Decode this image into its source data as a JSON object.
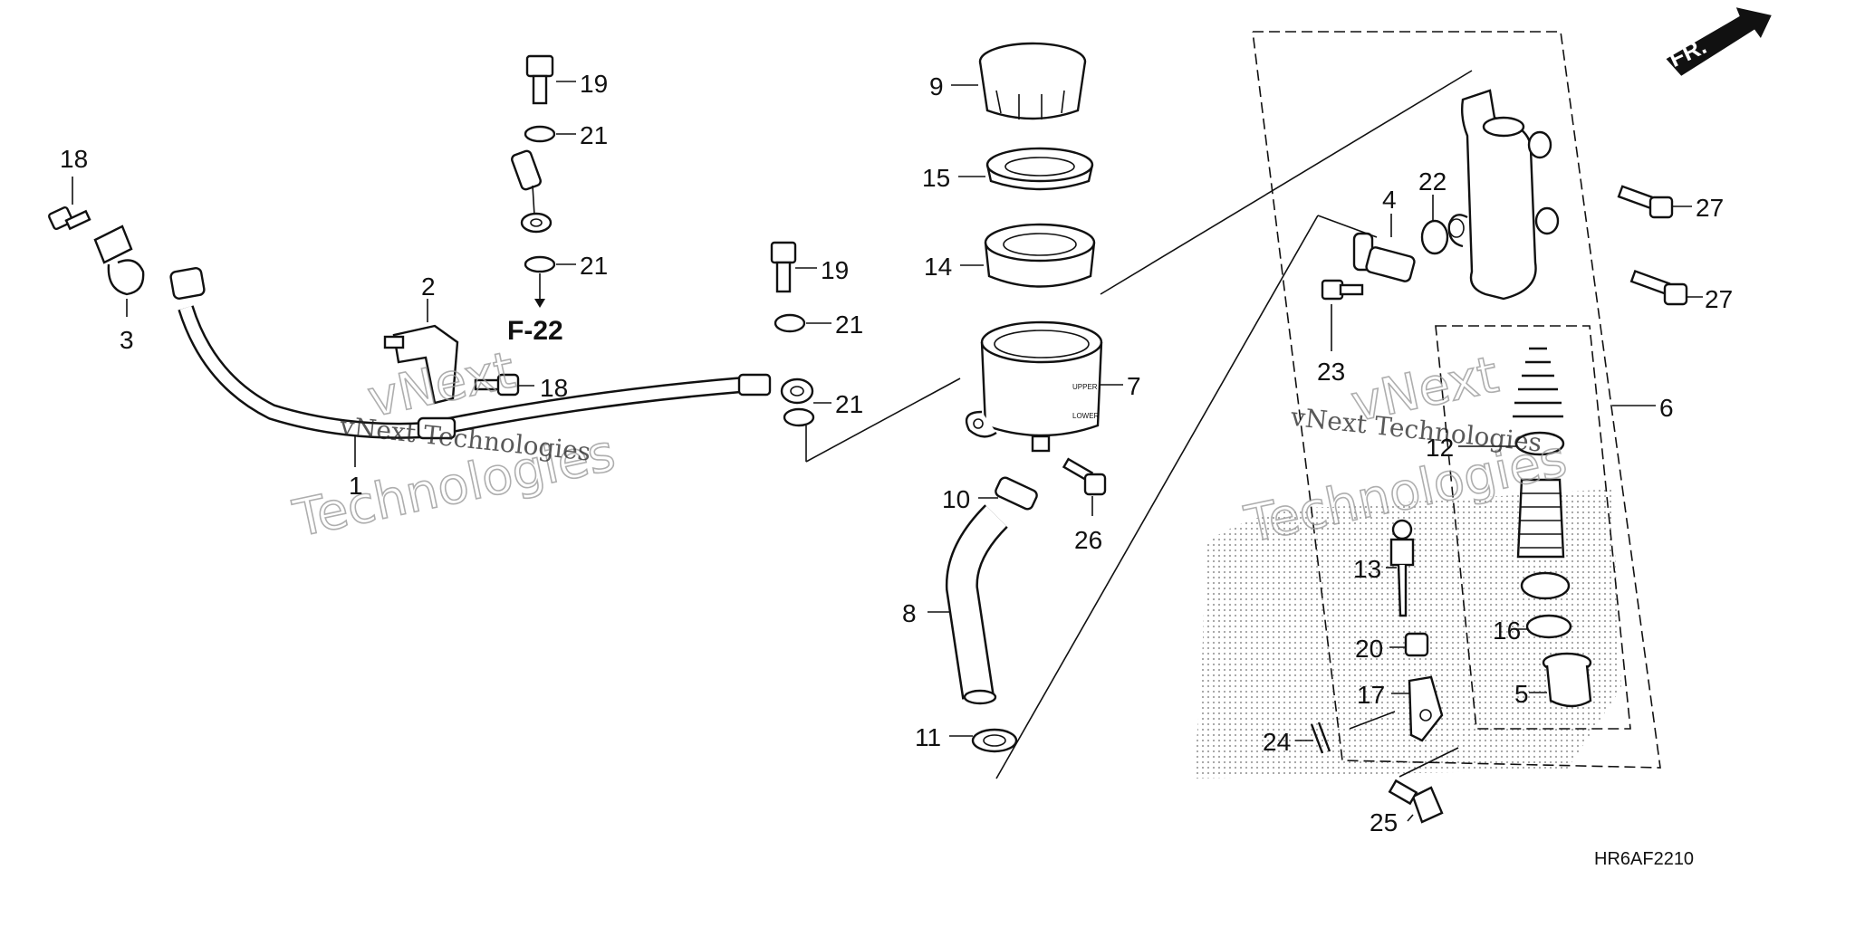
{
  "diagram": {
    "ref_label": "F-22",
    "direction_label": "FR.",
    "code": "HR6AF2210",
    "watermark": {
      "line1": "vNext",
      "line2": "Technologies",
      "small": "vNext Technologies"
    },
    "callouts": [
      {
        "id": "c1",
        "label": "1"
      },
      {
        "id": "c2",
        "label": "2"
      },
      {
        "id": "c3",
        "label": "3"
      },
      {
        "id": "c18a",
        "label": "18"
      },
      {
        "id": "c18b",
        "label": "18"
      },
      {
        "id": "c19a",
        "label": "19"
      },
      {
        "id": "c21a",
        "label": "21"
      },
      {
        "id": "c21b",
        "label": "21"
      },
      {
        "id": "c19b",
        "label": "19"
      },
      {
        "id": "c21c",
        "label": "21"
      },
      {
        "id": "c21d",
        "label": "21"
      },
      {
        "id": "c9",
        "label": "9"
      },
      {
        "id": "c15",
        "label": "15"
      },
      {
        "id": "c14",
        "label": "14"
      },
      {
        "id": "c7",
        "label": "7"
      },
      {
        "id": "c10",
        "label": "10"
      },
      {
        "id": "c26",
        "label": "26"
      },
      {
        "id": "c8",
        "label": "8"
      },
      {
        "id": "c11",
        "label": "11"
      },
      {
        "id": "c4",
        "label": "4"
      },
      {
        "id": "c22",
        "label": "22"
      },
      {
        "id": "c23",
        "label": "23"
      },
      {
        "id": "c27a",
        "label": "27"
      },
      {
        "id": "c27b",
        "label": "27"
      },
      {
        "id": "c6",
        "label": "6"
      },
      {
        "id": "c12",
        "label": "12"
      },
      {
        "id": "c13",
        "label": "13"
      },
      {
        "id": "c20",
        "label": "20"
      },
      {
        "id": "c16",
        "label": "16"
      },
      {
        "id": "c17",
        "label": "17"
      },
      {
        "id": "c5",
        "label": "5"
      },
      {
        "id": "c24",
        "label": "24"
      },
      {
        "id": "c25",
        "label": "25"
      }
    ]
  }
}
